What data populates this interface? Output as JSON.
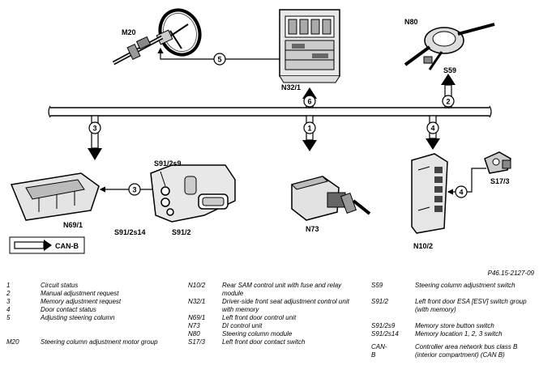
{
  "labels": {
    "M20": "M20",
    "N32_1": "N32/1",
    "N80": "N80",
    "S59": "S59",
    "S91_2s9": "S91/2s9",
    "S91_2s14": "S91/2s14",
    "S91_2": "S91/2",
    "N69_1": "N69/1",
    "N73": "N73",
    "N10_2": "N10/2",
    "S17_3": "S17/3",
    "CAN_B": "CAN-B"
  },
  "signals": {
    "s1": "1",
    "s2": "2",
    "s3": "3",
    "s4": "4",
    "s5": "5",
    "s6": "6"
  },
  "figure_ref": "P46.15-2127-09",
  "legend": {
    "col1": [
      {
        "key": "1",
        "text": "Circuit status"
      },
      {
        "key": "2",
        "text": "Manual adjustment request"
      },
      {
        "key": "3",
        "text": "Memory adjustment request"
      },
      {
        "key": "4",
        "text": "Door contact status"
      },
      {
        "key": "5",
        "text": "Adjusting steering column"
      },
      {
        "key": "M20",
        "text": "Steering column adjustment motor group"
      }
    ],
    "col2": [
      {
        "key": "N10/2",
        "text": "Rear SAM control unit with fuse and relay module"
      },
      {
        "key": "N32/1",
        "text": "Driver-side front seat adjustment control unit with memory"
      },
      {
        "key": "N69/1",
        "text": "Left front door control unit"
      },
      {
        "key": "N73",
        "text": "DI control unit"
      },
      {
        "key": "N80",
        "text": "Steering column module"
      },
      {
        "key": "S17/3",
        "text": "Left front door contact switch"
      }
    ],
    "col3": [
      {
        "key": "S59",
        "text": "Steering column adjustment switch"
      },
      {
        "key": "S91/2",
        "text": "Left front door ESA [ESV] switch group (with memory)"
      },
      {
        "key": "S91/2s9",
        "text": "Memory store button switch"
      },
      {
        "key": "S91/2s14",
        "text": "Memory location 1, 2, 3 switch"
      },
      {
        "key": "CAN-B",
        "text": "Controller area network bus class B (interior compartment) (CAN B)"
      }
    ]
  }
}
